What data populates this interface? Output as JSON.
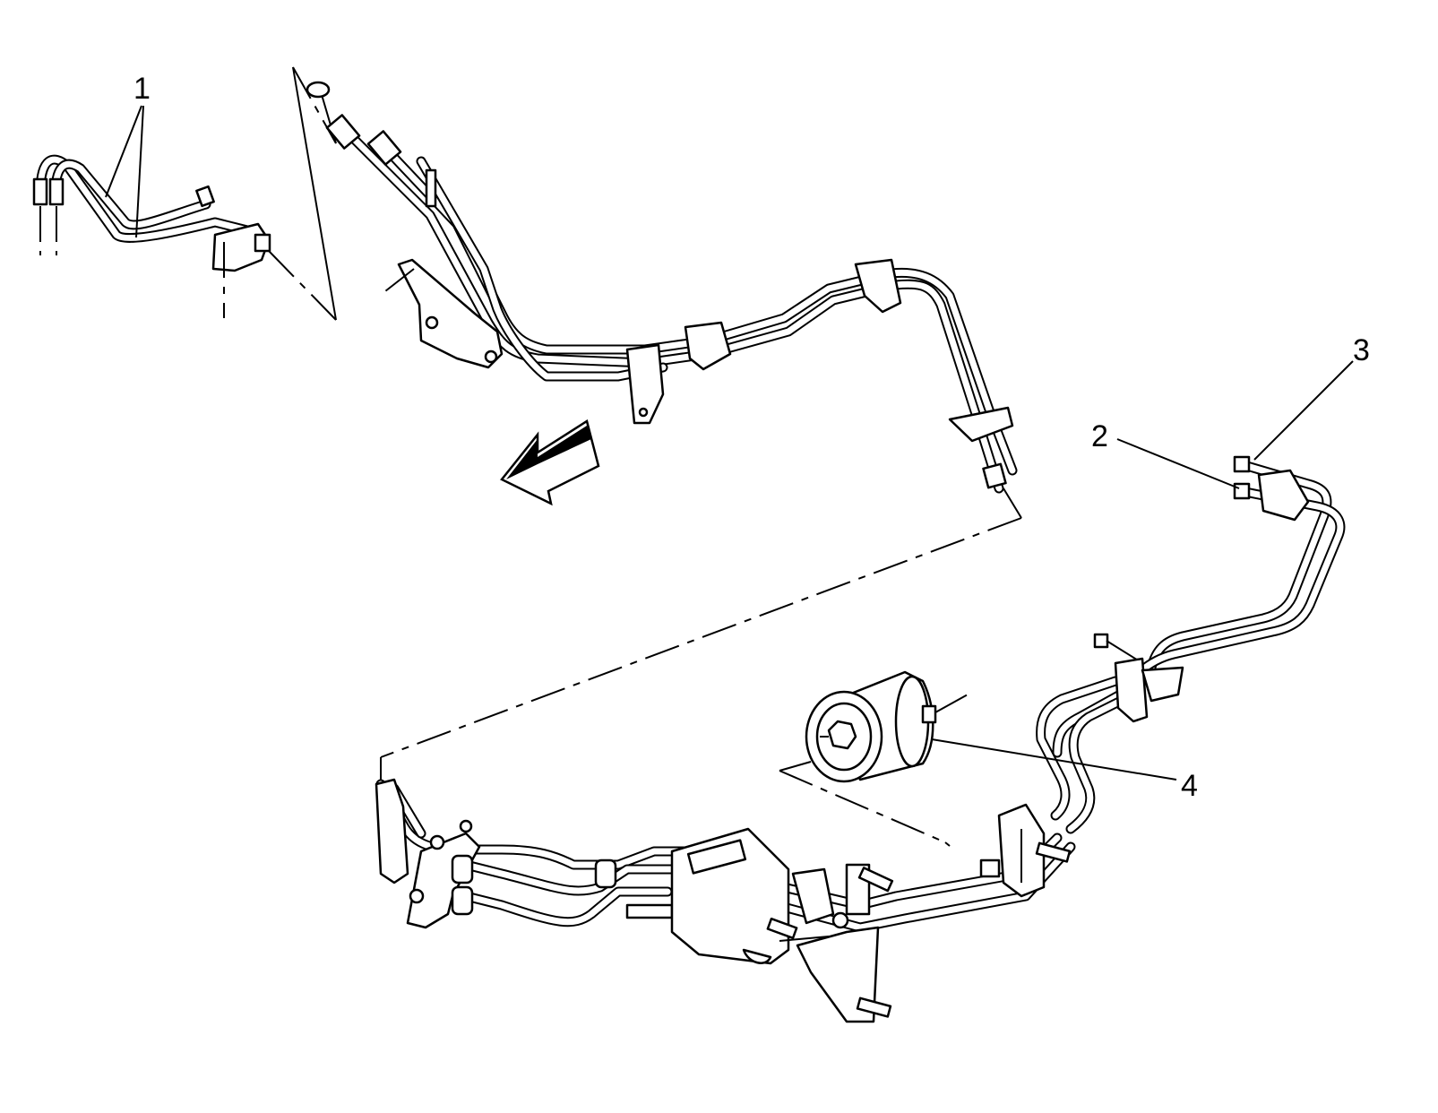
{
  "diagram": {
    "callouts": [
      {
        "id": "1",
        "label": "1"
      },
      {
        "id": "2",
        "label": "2"
      },
      {
        "id": "3",
        "label": "3"
      },
      {
        "id": "4",
        "label": "4"
      }
    ],
    "icons": [
      "direction-arrow-icon",
      "fuel-filter-icon"
    ]
  }
}
